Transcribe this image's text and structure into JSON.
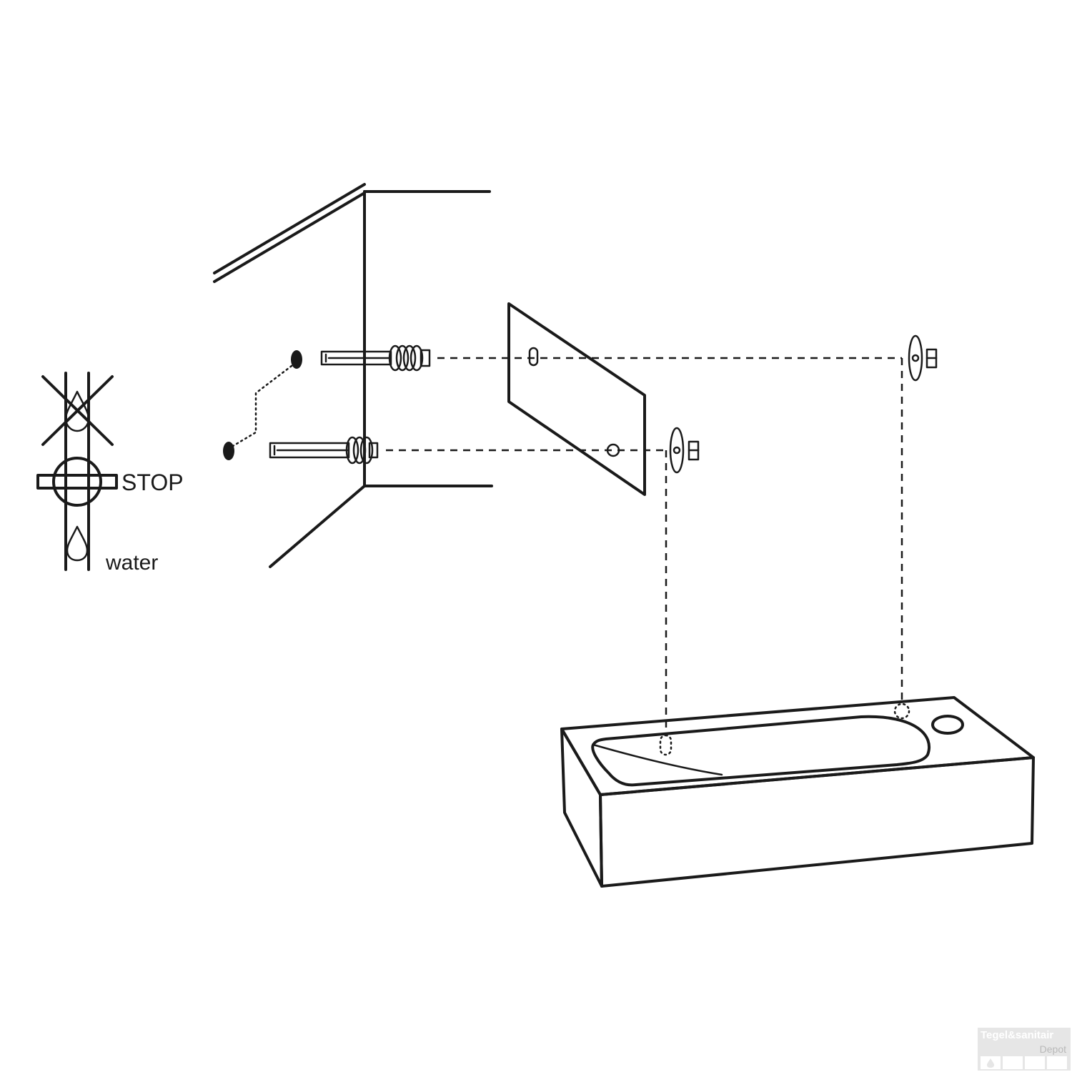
{
  "labels": {
    "stop": "STOP",
    "water": "water"
  },
  "watermark": {
    "brand": "Tegel&sanitair",
    "sub": "Depot"
  },
  "colors": {
    "line": "#1a1a1a",
    "background": "#ffffff",
    "watermark_bg": "#e6e6e6"
  }
}
